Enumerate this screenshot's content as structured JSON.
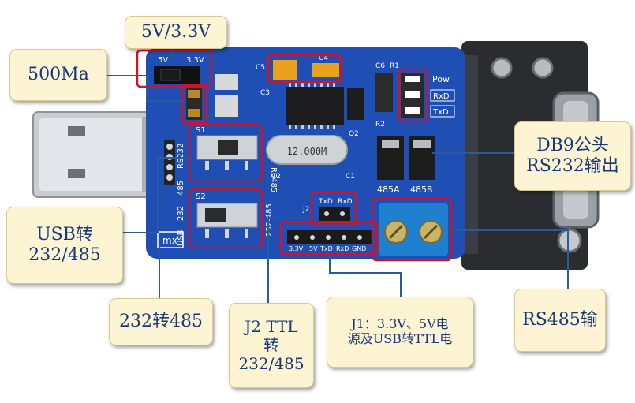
{
  "colors": {
    "pcb": "#1f4fb5",
    "callout_bg": "#fdf4d3",
    "callout_text": "#17397a",
    "highlight": "#d0132a",
    "leader": "#2a5a9c"
  },
  "callouts": {
    "voltage": {
      "lines": [
        "5V/3.3V"
      ]
    },
    "current": {
      "lines": [
        "500Ma"
      ]
    },
    "db9": {
      "lines": [
        "DB9公头",
        "RS232输出"
      ]
    },
    "usb": {
      "lines": [
        "USB转",
        "232/485"
      ]
    },
    "mode": {
      "lines": [
        "232转485"
      ]
    },
    "j2": {
      "lines": [
        "J2 TTL",
        "转",
        "232/485"
      ]
    },
    "j1": {
      "lines": [
        "J1：3.3V、5V电",
        "源及USB转TTL电"
      ]
    },
    "rs485": {
      "lines": [
        "RS485输"
      ]
    }
  },
  "silkscreen": {
    "j1_v5": "5V",
    "j1_v33": "3.3V",
    "c5": "C5",
    "c4": "C4",
    "c6": "C6",
    "r1": "R1",
    "c3": "C3",
    "pow": "Pow",
    "rxd": "RxD",
    "txd": "TxD",
    "r2": "R2",
    "q2": "Q2",
    "s1": "S1",
    "rs232": "RS232",
    "rs485": "RS485",
    "crystal": "12.000M",
    "c2": "C2",
    "c1": "C1",
    "a485": "485A",
    "b485": "485B",
    "s2": "S2",
    "usb_l": "USB",
    "s2_232": "232",
    "s2_485": "485",
    "j2": "J2",
    "j2_txd": "TxD",
    "j2_rxd": "RxD",
    "m232_485": "232-485",
    "h_33v": "3.3V",
    "h_5v": "5V",
    "h_txd": "TxD",
    "h_rxd": "RxD",
    "h_gnd": "GND",
    "logo": "mx"
  }
}
